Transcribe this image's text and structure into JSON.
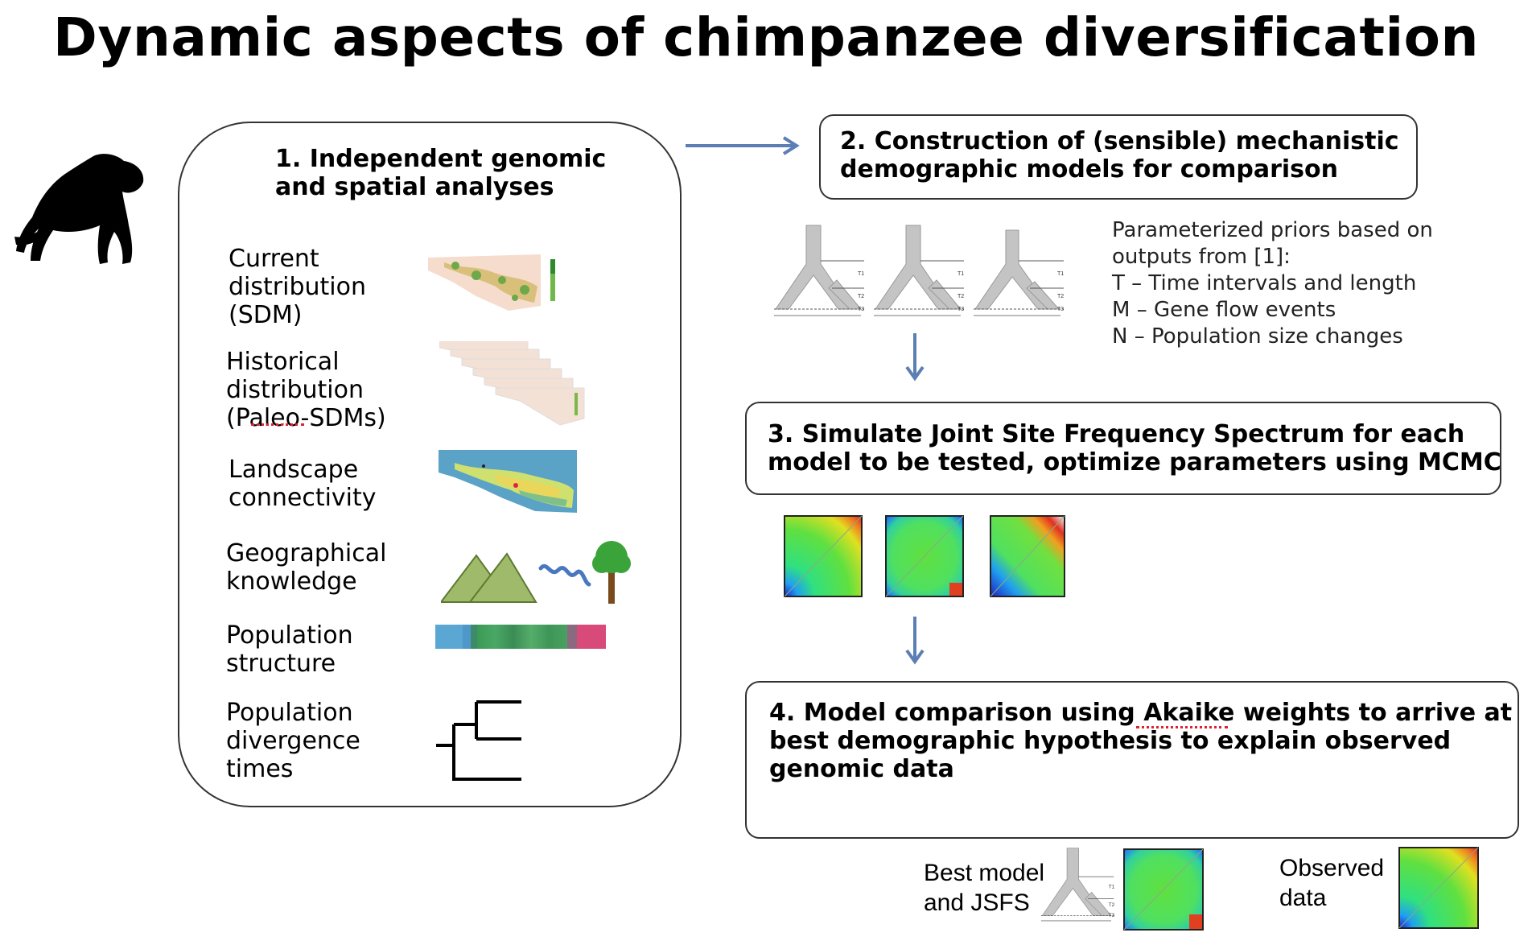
{
  "title": "Dynamic aspects of chimpanzee diversification",
  "step1": {
    "heading_line1": "1. Independent genomic",
    "heading_line2": "and spatial analyses",
    "items": [
      {
        "lines": [
          "Current",
          "distribution",
          "(SDM)"
        ]
      },
      {
        "lines": [
          "Historical",
          "distribution",
          "(Paleo-SDMs)"
        ]
      },
      {
        "lines": [
          "Landscape",
          "connectivity"
        ]
      },
      {
        "lines": [
          "Geographical",
          "knowledge"
        ]
      },
      {
        "lines": [
          "Population",
          "structure"
        ]
      },
      {
        "lines": [
          "Population",
          "divergence",
          "times"
        ]
      }
    ]
  },
  "step2": {
    "heading_line1": "2. Construction of (sensible) mechanistic",
    "heading_line2": "demographic models for comparison",
    "priors": [
      "Parameterized priors based on",
      "outputs from [1]:",
      "T – Time intervals and length",
      "M – Gene flow events",
      "N – Population size changes"
    ],
    "tree_labels": [
      "T1",
      "T2",
      "T3"
    ]
  },
  "step3": {
    "heading_line1": "3. Simulate Joint Site Frequency Spectrum for each",
    "heading_line2": "model to be tested, optimize parameters using MCMC"
  },
  "step4": {
    "heading_line1": "4. Model comparison using Akaike weights to arrive at",
    "heading_line2": "best demographic hypothesis to explain observed",
    "heading_line3": "genomic data"
  },
  "bottom": {
    "best_line1": "Best model",
    "best_line2": "and JSFS",
    "obs_line1": "Observed",
    "obs_line2": "data"
  },
  "colors": {
    "arrow": "#5b7fb5",
    "tree_gray": "#c4c4c4",
    "mountain": "#9fba6a",
    "squiggle": "#4a78c0",
    "tree_green": "#3aa33a",
    "trunk": "#7a4a1e"
  }
}
